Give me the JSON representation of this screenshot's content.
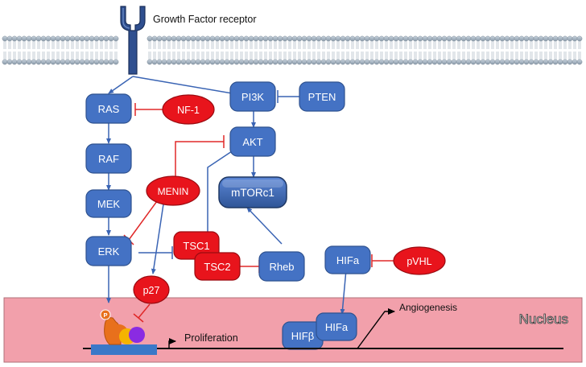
{
  "receptor": {
    "label": "Growth Factor receptor"
  },
  "nucleus": {
    "label": "Nucleus"
  },
  "nodes": {
    "ras": "RAS",
    "raf": "RAF",
    "mek": "MEK",
    "erk": "ERK",
    "pi3k": "PI3K",
    "pten": "PTEN",
    "akt": "AKT",
    "mtorc1": "mTORc1",
    "rheb": "Rheb",
    "tsc1": "TSC1",
    "tsc2": "TSC2",
    "hifa_top": "HIFa",
    "hifa_bottom": "HIFa",
    "hifb": "HIFβ"
  },
  "inhibitors": {
    "nf1": "NF-1",
    "menin": "MENIN",
    "p27": "p27",
    "pvhl": "pVHL"
  },
  "gene_labels": {
    "proliferation": "Proliferation",
    "angiogenesis": "Angiogenesis",
    "phospho": "P"
  },
  "colors": {
    "node_blue": "#4472c4",
    "inhibitor_red": "#e8141c",
    "nucleus_pink": "#f2a0ab",
    "arrow_blue": "#3a64b4",
    "inhibit_red": "#e02828"
  }
}
